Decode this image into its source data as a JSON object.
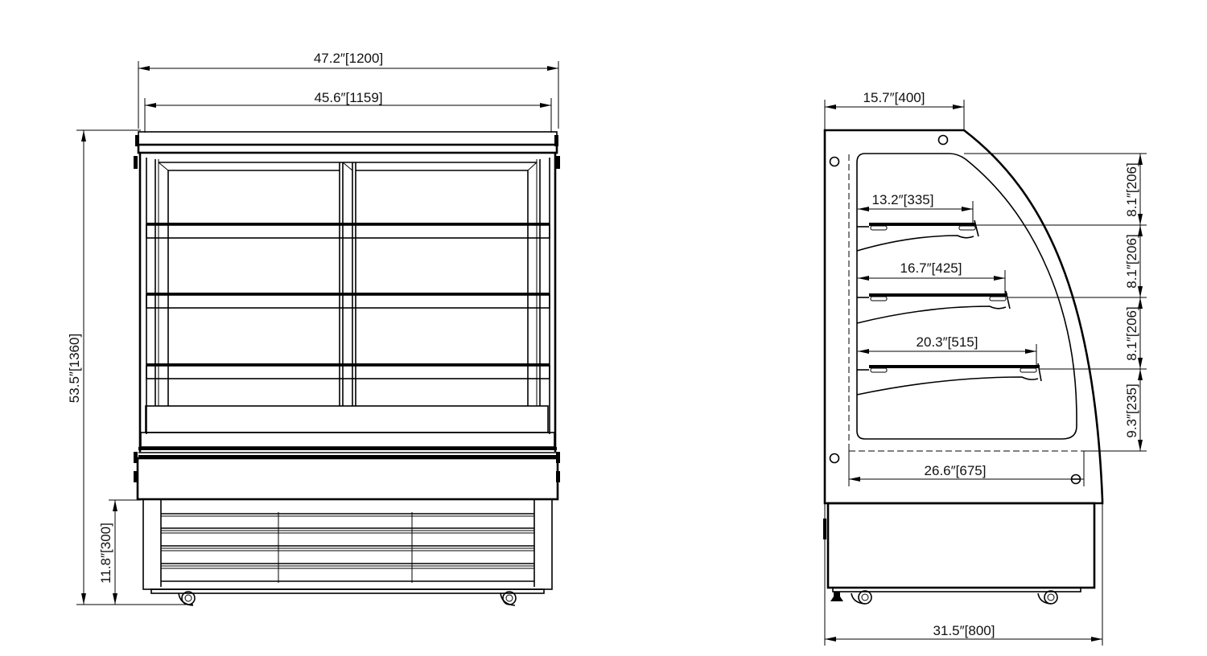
{
  "drawing": {
    "colors": {
      "line": "#000000",
      "background": "#ffffff"
    },
    "front_view": {
      "overall_width": "47.2″[1200]",
      "inner_width": "45.6″[1159]",
      "overall_height": "53.5″[1360]",
      "base_height": "11.8″[300]",
      "shelves": 3
    },
    "side_view": {
      "top_depth": "15.7″[400]",
      "shelf_depths": [
        "13.2″[335]",
        "16.7″[425]",
        "20.3″[515]"
      ],
      "shelf_spacings": [
        "8.1″[206]",
        "8.1″[206]",
        "8.1″[206]",
        "9.3″[235]"
      ],
      "inner_depth": "26.6″[675]",
      "overall_depth": "31.5″[800]"
    }
  }
}
